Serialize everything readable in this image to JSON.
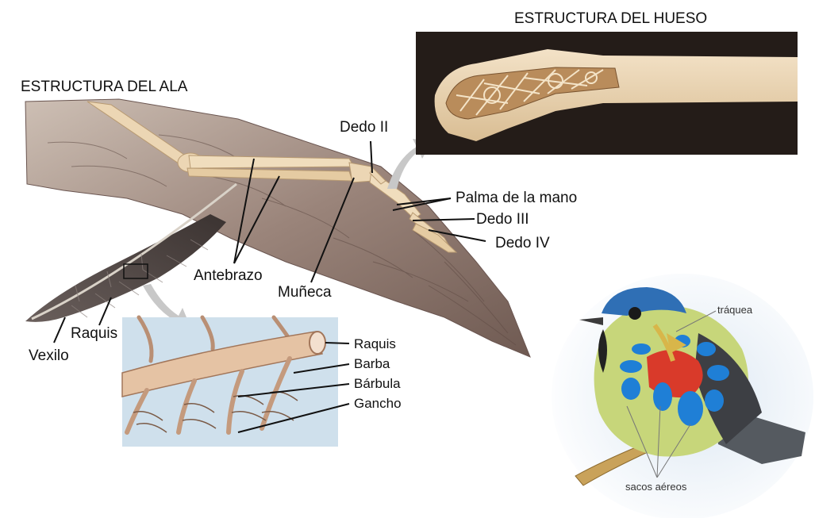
{
  "wing": {
    "title": "ESTRUCTURA DEL ALA",
    "labels": {
      "dedo_ii": "Dedo II",
      "palma": "Palma de la mano",
      "dedo_iii": "Dedo III",
      "dedo_iv": "Dedo IV",
      "antebrazo": "Antebrazo",
      "muneca": "Muñeca"
    }
  },
  "bone": {
    "title": "ESTRUCTURA DEL HUESO"
  },
  "feather": {
    "labels": {
      "raquis": "Raquis",
      "vexilo": "Vexilo"
    }
  },
  "feather_detail": {
    "labels": {
      "raquis": "Raquis",
      "barba": "Barba",
      "barbula": "Bárbula",
      "gancho": "Gancho"
    }
  },
  "bird": {
    "labels": {
      "traquea": "tráquea",
      "sacos": "sacos aéreos"
    }
  },
  "colors": {
    "bone": "#e8cfa8",
    "feather_grey": "#8a7f7c",
    "panel_blue": "#cfe0ec",
    "bird_blue": "#2f6fb5",
    "air_sac_blue": "#1f7fd6",
    "lung_red": "#d93a2a",
    "photo_dark": "#241c18"
  }
}
